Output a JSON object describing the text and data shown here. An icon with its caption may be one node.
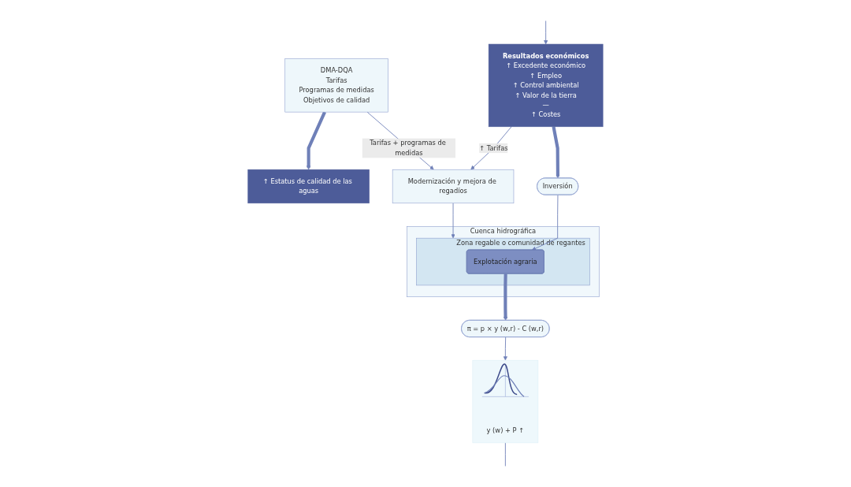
{
  "diagram": {
    "nodes": [
      {
        "text": [
          "DMA-DQA",
          "Tarifas",
          "Programas de medidas",
          "Objetivos de calidad"
        ]
      },
      {
        "text": [
          "↑ Estatus de calidad de las aguas"
        ]
      },
      {
        "text": [
          "Cuenca hidrográfica"
        ]
      },
      {
        "text": [
          "Zona regable o comunidad de regantes"
        ],
        "in": 2
      },
      {
        "text": [
          "Explotación agraria"
        ],
        "in": 3
      },
      {
        "text": [
          "Modernización y mejora de regadíos"
        ]
      },
      {
        "text": [
          "π = p × y (w,r) - C (w,r)"
        ]
      },
      {
        "text": [
          "Inversión"
        ]
      },
      {
        "text": [
          "y (w) + P ↑"
        ]
      },
      {
        "text": [
          "Resultados económicos",
          "↑ Excedente económico",
          "↑ Empleo",
          "↑ Control ambiental",
          "↑ Valor de la tierra",
          "—",
          "↑ Costes"
        ]
      }
    ],
    "edges": [
      {
        "from": 0,
        "to": 5,
        "arrow": "to",
        "label": "Tarifas + programas de medidas"
      },
      {
        "from": 0,
        "to": 1,
        "arrow": "to",
        "style": "thick"
      },
      {
        "from": 5,
        "to": 3,
        "arrow": "to"
      },
      {
        "from": 7,
        "to": 4,
        "arrow": "to"
      },
      {
        "from": 4,
        "to": 6,
        "arrow": "to",
        "style": "thick"
      },
      {
        "from": 6,
        "to": 8,
        "arrow": "to"
      },
      {
        "from": 9,
        "to": 7,
        "arrow": "to",
        "style": "thick"
      },
      {
        "from": 9,
        "to": 5,
        "arrow": "to",
        "label": "↑ Tarifas"
      },
      {
        "from": null,
        "to": 9,
        "arrow": "to"
      },
      {
        "from": 8,
        "to": null,
        "arrow": "none"
      }
    ]
  }
}
